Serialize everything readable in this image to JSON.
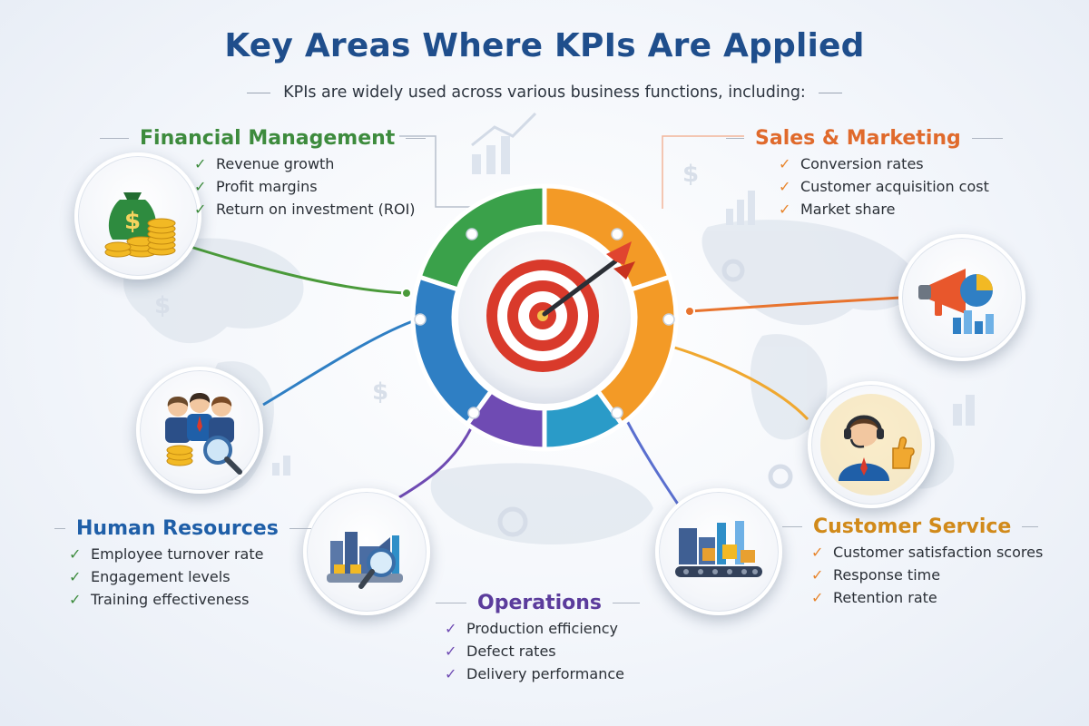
{
  "title": "Key Areas Where KPIs Are Applied",
  "subtitle": "KPIs are widely used across various business functions, including:",
  "icons": {
    "hub": "target-bullseye-arrow-icon",
    "financial": "money-bag-coins-icon",
    "sales": "megaphone-chart-icon",
    "hr": "team-coins-magnifier-icon",
    "operations_left": "factory-magnifier-icon",
    "operations_right": "conveyor-boxes-icon",
    "customer_service": "support-agent-thumbs-up-icon"
  },
  "colors": {
    "title": "#1f4e8c",
    "financial": "#3d8b3d",
    "sales": "#e06a2c",
    "hr": "#1f5fa8",
    "operations": "#5b3c9c",
    "customer_service": "#d18a1a",
    "hub_green": "#3aa14a",
    "hub_orange": "#f39a26",
    "hub_blue": "#2f7fc4",
    "hub_purple": "#6f4bb3",
    "hub_teal": "#2a9bc8"
  },
  "sections": {
    "financial": {
      "title": "Financial Management",
      "items": [
        "Revenue growth",
        "Profit margins",
        "Return on investment (ROI)"
      ]
    },
    "sales": {
      "title": "Sales & Marketing",
      "items": [
        "Conversion rates",
        "Customer acquisition cost",
        "Market share"
      ]
    },
    "hr": {
      "title": "Human Resources",
      "items": [
        "Employee turnover rate",
        "Engagement levels",
        "Training effectiveness"
      ]
    },
    "operations": {
      "title": "Operations",
      "items": [
        "Production efficiency",
        "Defect rates",
        "Delivery performance"
      ]
    },
    "customer_service": {
      "title": "Customer Service",
      "items": [
        "Customer satisfaction scores",
        "Response time",
        "Retention rate"
      ]
    }
  }
}
